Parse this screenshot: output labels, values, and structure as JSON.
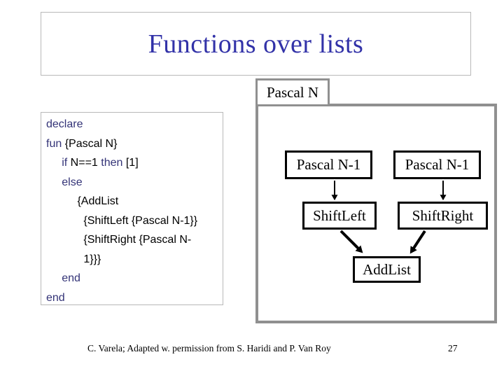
{
  "slide": {
    "title": "Functions over lists",
    "footer_credit": "C. Varela;  Adapted w. permission from S. Haridi and P. Van Roy",
    "page_number": "27"
  },
  "code": {
    "lines": [
      {
        "segments": [
          {
            "t": "declare",
            "kw": true
          }
        ]
      },
      {
        "segments": [
          {
            "t": "fun",
            "kw": true
          },
          {
            "t": " {Pascal N}",
            "kw": false
          }
        ]
      },
      {
        "segments": [
          {
            "t": "     ",
            "kw": false
          },
          {
            "t": "if",
            "kw": true
          },
          {
            "t": " N==1 ",
            "kw": false
          },
          {
            "t": "then",
            "kw": true
          },
          {
            "t": " [1]",
            "kw": false
          }
        ]
      },
      {
        "segments": [
          {
            "t": "     ",
            "kw": false
          },
          {
            "t": "else",
            "kw": true
          }
        ]
      },
      {
        "segments": [
          {
            "t": "          {AddList",
            "kw": false
          }
        ]
      },
      {
        "segments": [
          {
            "t": "            {ShiftLeft {Pascal N-1}}",
            "kw": false
          }
        ]
      },
      {
        "segments": [
          {
            "t": "            {ShiftRight {Pascal N-",
            "kw": false
          }
        ]
      },
      {
        "segments": [
          {
            "t": "            1}}}",
            "kw": false
          }
        ]
      },
      {
        "segments": [
          {
            "t": "     ",
            "kw": false
          },
          {
            "t": "end",
            "kw": true
          }
        ]
      },
      {
        "segments": [
          {
            "t": "end",
            "kw": true
          }
        ]
      }
    ]
  },
  "diagram": {
    "frame_label": "Pascal N",
    "nodes": {
      "pascal_left": "Pascal N-1",
      "pascal_right": "Pascal N-1",
      "shift_left": "ShiftLeft",
      "shift_right": "ShiftRight",
      "add_list": "AddList"
    }
  },
  "colors": {
    "title": "#3232a8",
    "keyword": "#333377",
    "frame_border": "#909090",
    "light_box_border": "#b8b8b8",
    "node_border": "#000000"
  }
}
